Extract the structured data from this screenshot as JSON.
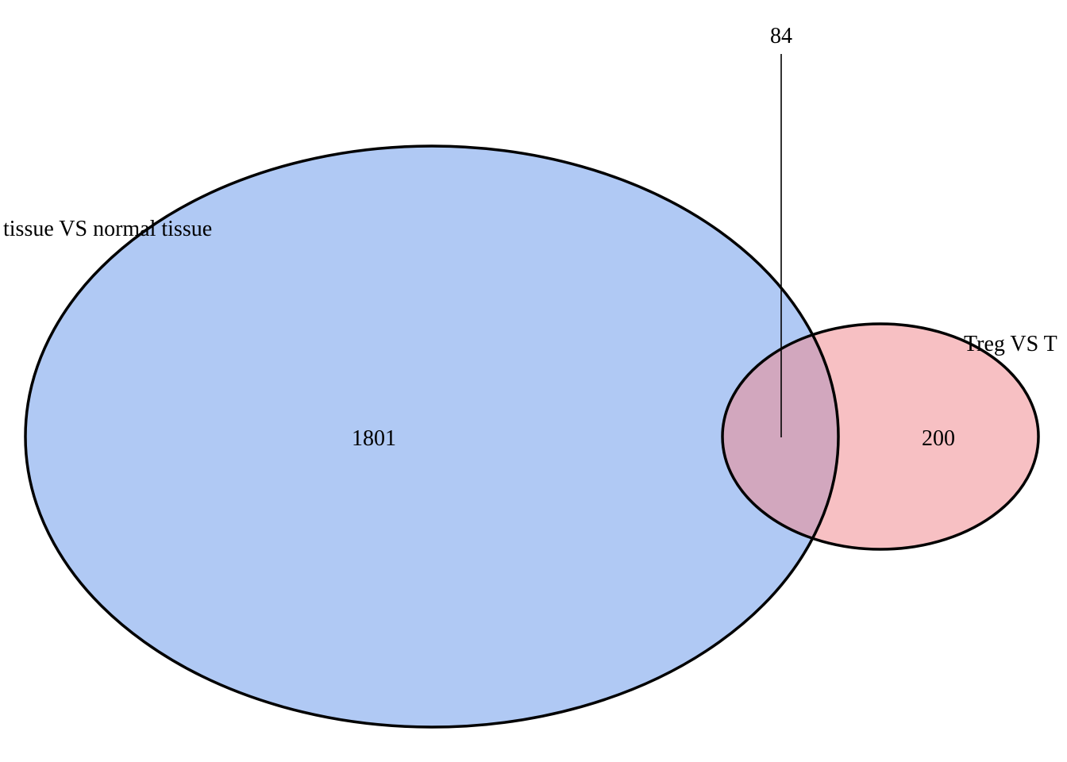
{
  "venn": {
    "sets": [
      {
        "label": "tissue VS normal tissue",
        "count": "1801",
        "fill_color": "#b0c9f4",
        "stroke_color": "#000000"
      },
      {
        "label": "Treg VS T",
        "count": "200",
        "fill_color": "#f7c0c3",
        "stroke_color": "#000000"
      }
    ],
    "intersection": {
      "count": "84",
      "fill_color": "#d2a7be"
    }
  }
}
